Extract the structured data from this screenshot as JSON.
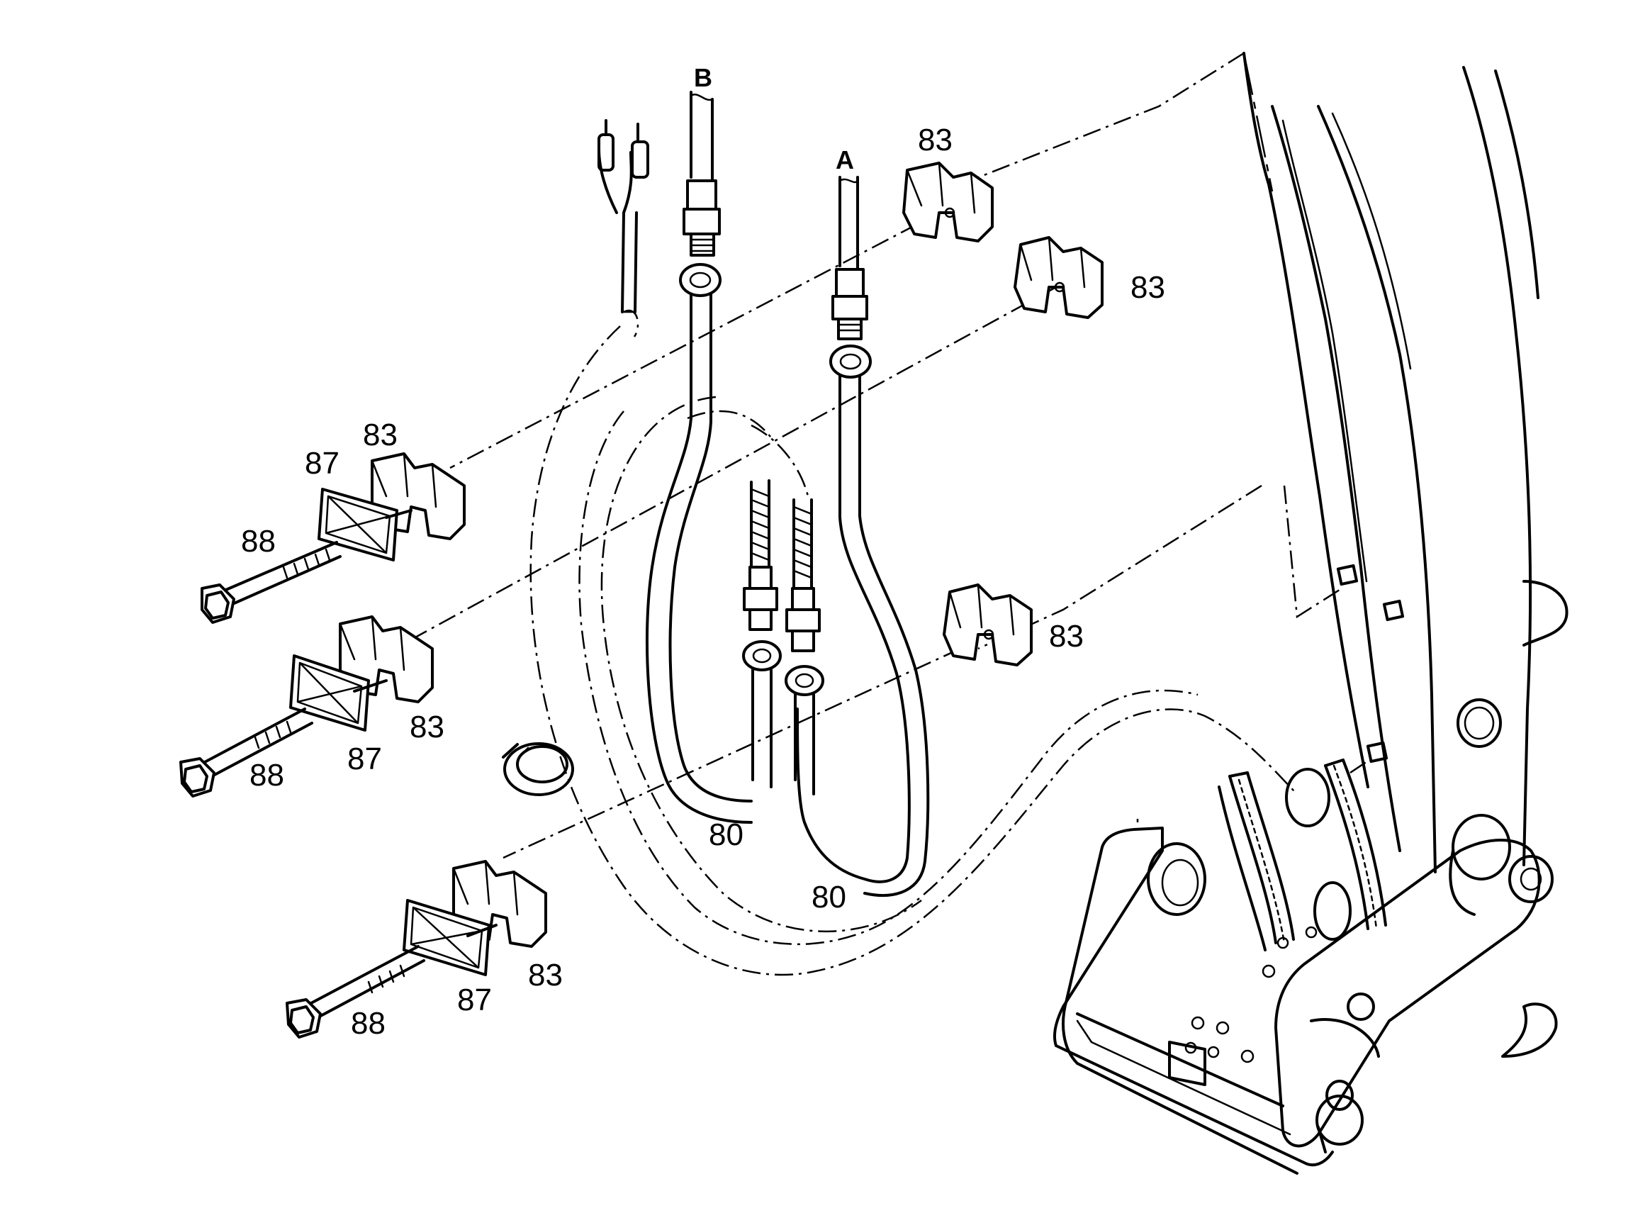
{
  "callouts": {
    "port_b": "B",
    "port_a": "A",
    "part_83": "83",
    "part_87": "87",
    "part_88": "88",
    "part_80": "80"
  }
}
